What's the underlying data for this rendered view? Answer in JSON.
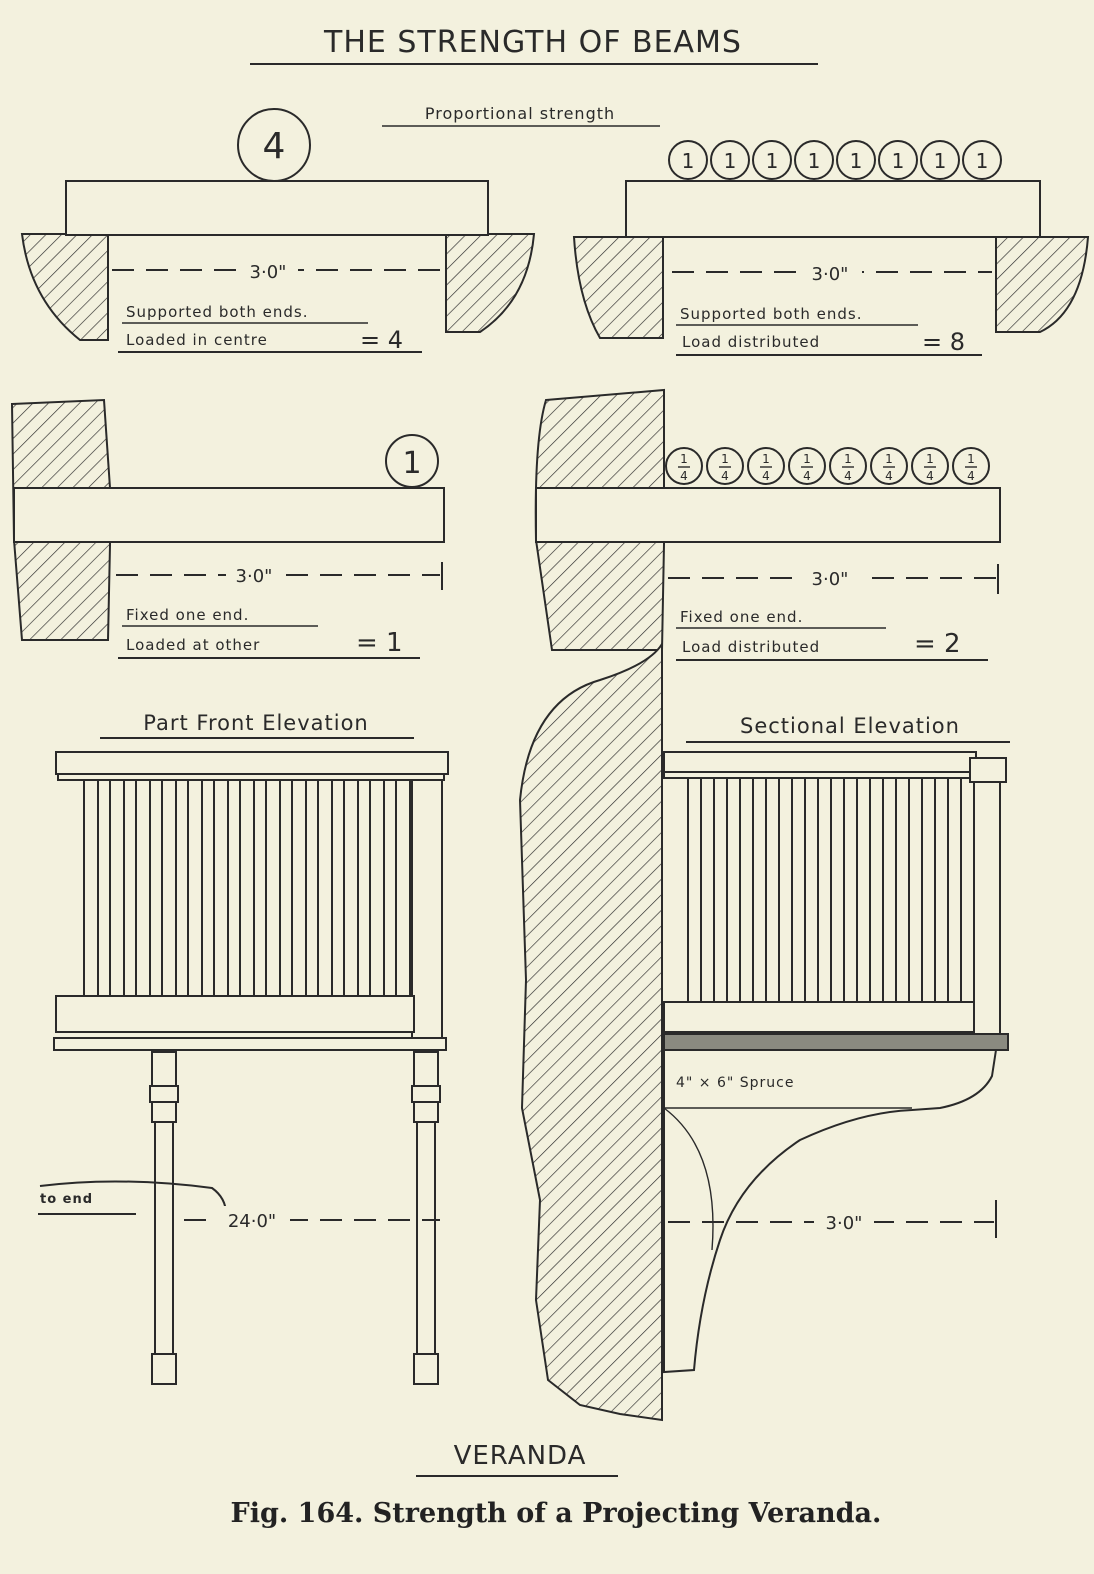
{
  "title": "THE STRENGTH OF BEAMS",
  "subtitle": "Proportional strength",
  "panels": {
    "a": {
      "load": "4",
      "dimension": "3·0\"",
      "line1": "Supported both ends.",
      "line2": "Loaded in centre",
      "ratio": "= 4"
    },
    "b": {
      "load": "1",
      "dimension": "3·0\"",
      "line1": "Supported both ends.",
      "line2": "Load distributed",
      "ratio": "= 8"
    },
    "c": {
      "load": "1",
      "dimension": "3·0\"",
      "line1": "Fixed one end.",
      "line2": "Loaded at other",
      "ratio": "= 1"
    },
    "d": {
      "load_num": "1",
      "load_den": "4",
      "dimension": "3·0\"",
      "line1": "Fixed one end.",
      "line2": "Load distributed",
      "ratio": "= 2"
    }
  },
  "front_elevation": {
    "title": "Part Front Elevation",
    "note": "to end",
    "dimension": "24·0\""
  },
  "sectional_elevation": {
    "title": "Sectional Elevation",
    "member": "4\" × 6\" Spruce",
    "dimension": "3·0\""
  },
  "veranda_label": "VERANDA",
  "caption": "Fig. 164.   Strength of a Projecting Veranda."
}
